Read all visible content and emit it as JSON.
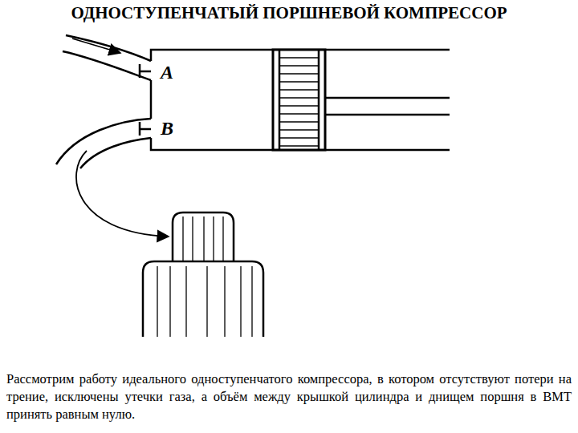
{
  "diagram": {
    "title": "ОДНОСТУПЕНЧАТЫЙ ПОРШНЕВОЙ КОМПРЕССОР",
    "caption": "Рассмотрим работу идеального одноступенчатого компрессора, в котором отсутствуют потери на трение, исключены утечки газа, а объём между крышкой цилиндра и днищем поршня в ВМТ принять равным нулю.",
    "labels": [
      "A",
      "B"
    ]
  }
}
